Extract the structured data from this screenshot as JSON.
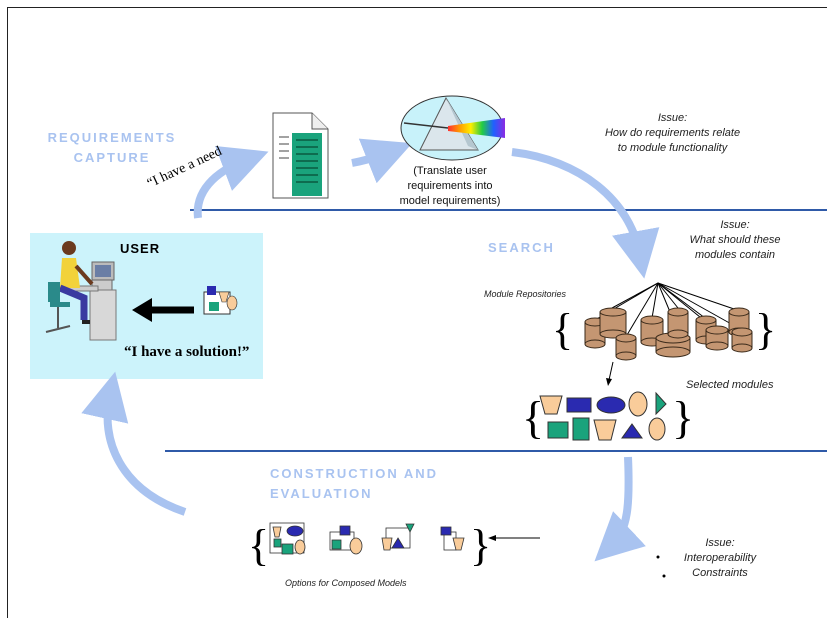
{
  "phases": {
    "requirements": [
      "REQUIREMENTS",
      "CAPTURE"
    ],
    "search": "SEARCH",
    "construction": [
      "CONSTRUCTION AND",
      "EVALUATION"
    ]
  },
  "user_box": {
    "title": "USER",
    "quote": "“I have a solution!”"
  },
  "need_quote": "“I have a need",
  "translate_text": [
    "(Translate user",
    "requirements into",
    "model requirements)"
  ],
  "issues": {
    "issue1": [
      "Issue:",
      "How do requirements relate",
      "to module functionality"
    ],
    "issue2": [
      "Issue:",
      "What should these",
      "modules contain"
    ],
    "issue3": {
      "label": "Issue:",
      "bullets": [
        "Interoperability",
        "Constraints"
      ]
    }
  },
  "labels": {
    "module_repositories": "Module Repositories",
    "selected_modules": "Selected modules",
    "composed_models": "Options for Composed Models"
  },
  "colors": {
    "flow_arrow": "#a9c3f0",
    "divider": "#2f5aa8",
    "user_panel": "#ccf3fb",
    "cylinder": "#c49672",
    "peach": "#f9cc9a",
    "navy": "#2a2ab0",
    "teal": "#1aa37c"
  }
}
